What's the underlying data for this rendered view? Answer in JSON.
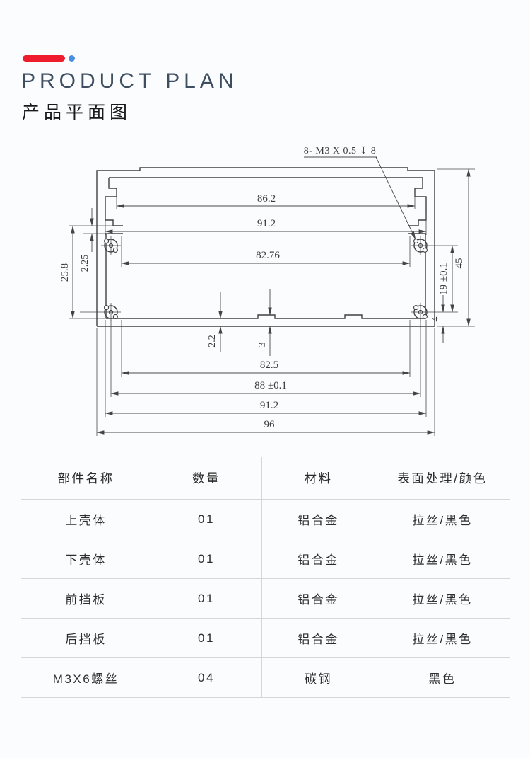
{
  "header": {
    "title_en": "PRODUCT PLAN",
    "title_zh": "产品平面图",
    "accent_red": "#ee1c2d",
    "accent_blue": "#4a90e2"
  },
  "drawing": {
    "callout": "8- M3 X 0.5 ↧ 8",
    "dims": {
      "top_86_2": "86.2",
      "top_91_2": "91.2",
      "top_82_76": "82.76",
      "left_25_8": "25.8",
      "left_2_25": "2.25",
      "right_19": "19 ±0.1",
      "right_45": "45",
      "right_4": "4",
      "bottom_2_2": "2.2",
      "bottom_3": "3",
      "bottom_82_5": "82.5",
      "bottom_88": "88 ±0.1",
      "bottom_91_2": "91.2",
      "bottom_96": "96"
    },
    "line_color": "#404040"
  },
  "table": {
    "headers": [
      "部件名称",
      "数量",
      "材料",
      "表面处理/颜色"
    ],
    "rows": [
      [
        "上壳体",
        "01",
        "铝合金",
        "拉丝/黑色"
      ],
      [
        "下壳体",
        "01",
        "铝合金",
        "拉丝/黑色"
      ],
      [
        "前挡板",
        "01",
        "铝合金",
        "拉丝/黑色"
      ],
      [
        "后挡板",
        "01",
        "铝合金",
        "拉丝/黑色"
      ],
      [
        "M3X6螺丝",
        "04",
        "碳钢",
        "黑色"
      ]
    ]
  }
}
